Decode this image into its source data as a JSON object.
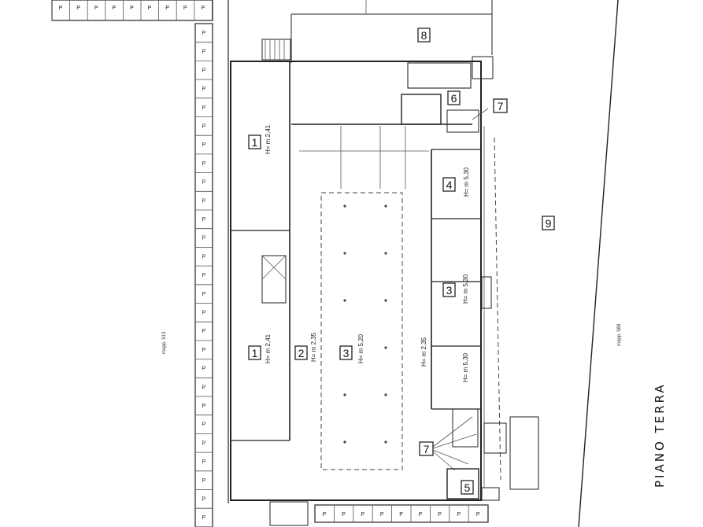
{
  "parking_label": "P",
  "rooms": {
    "r1a": "1",
    "r1b": "1",
    "r2": "2",
    "r3": "3",
    "r3b": "3",
    "r4": "4",
    "r5": "5",
    "r6": "6",
    "r7a": "7",
    "r7b": "7",
    "r8": "8",
    "r9": "9"
  },
  "heights": {
    "h1a": "H= m 2,41",
    "h1b": "H= m 2,41",
    "h2": "H= m 2,35",
    "h3": "H= m 5,20",
    "h3r": "H= m 2,35",
    "h4": "H= m 5,30",
    "h3b": "H= m 5,30",
    "h3c": "H= m 5,30"
  },
  "map_labels": {
    "west": "mapp. 513",
    "east": "mapp. 589"
  },
  "title": "PIANO TERRA"
}
